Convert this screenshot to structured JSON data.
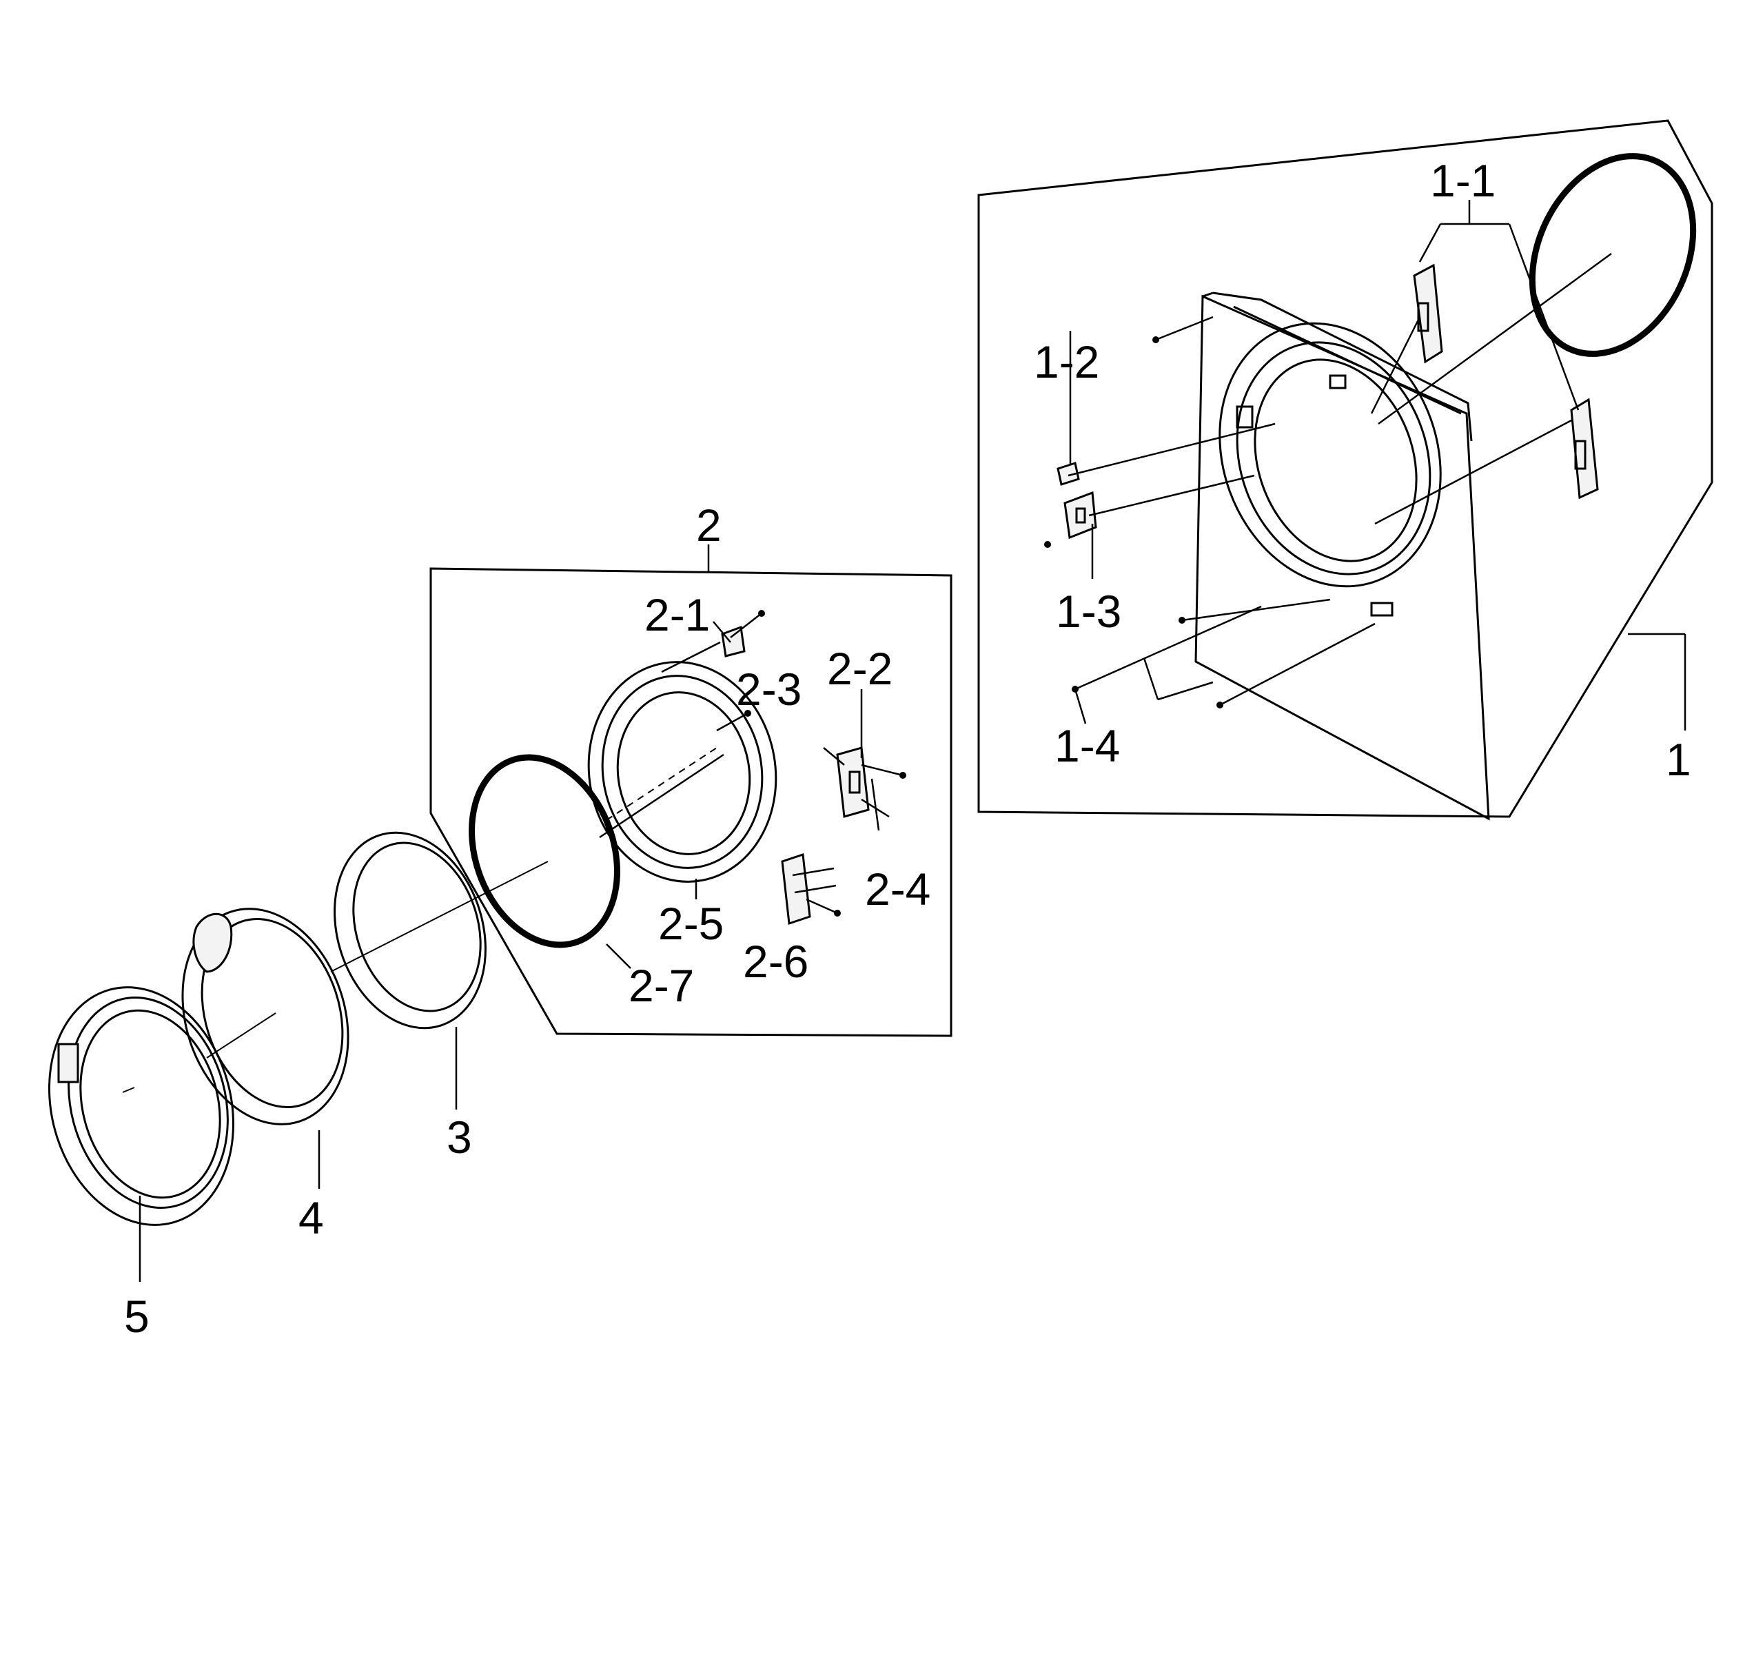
{
  "labels": {
    "p1": "1",
    "p1_1": "1-1",
    "p1_2": "1-2",
    "p1_3": "1-3",
    "p1_4": "1-4",
    "p2": "2",
    "p2_1": "2-1",
    "p2_2": "2-2",
    "p2_3": "2-3",
    "p2_4": "2-4",
    "p2_5": "2-5",
    "p2_6": "2-6",
    "p2_7": "2-7",
    "p3": "3",
    "p4": "4",
    "p5": "5"
  },
  "colors": {
    "line": "#000000",
    "background": "#ffffff"
  }
}
